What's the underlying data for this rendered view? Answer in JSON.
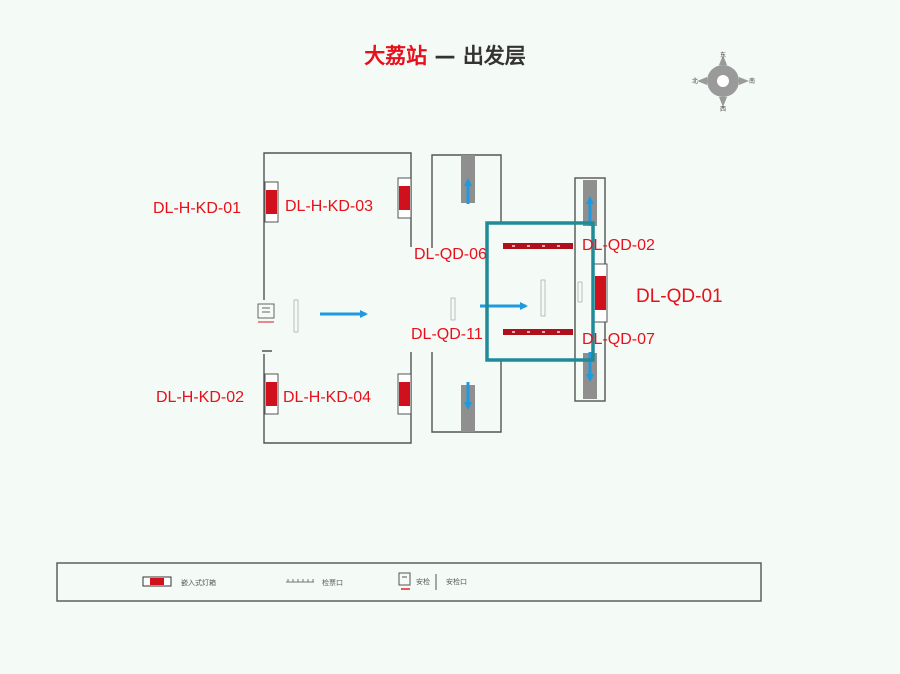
{
  "title": {
    "station": "大荔站",
    "separator": " — ",
    "floor": "出发层"
  },
  "compass": {
    "north": "北",
    "south": "南",
    "east": "东",
    "west": "西"
  },
  "ad_spots": {
    "hkd01": "DL-H-KD-01",
    "hkd02": "DL-H-KD-02",
    "hkd03": "DL-H-KD-03",
    "hkd04": "DL-H-KD-04",
    "qd01": "DL-QD-01",
    "qd02": "DL-QD-02",
    "qd06": "DL-QD-06",
    "qd07": "DL-QD-07",
    "qd11": "DL-QD-11"
  },
  "legend": {
    "lightbox": "嵌入式灯箱",
    "ticket_gate": "检票口",
    "security": "安检",
    "security_gate": "安检口"
  },
  "colors": {
    "accent_red": "#e8101c",
    "flow_blue": "#1e9be0",
    "highlight_teal": "#1f8a98",
    "wall": "#555555"
  }
}
